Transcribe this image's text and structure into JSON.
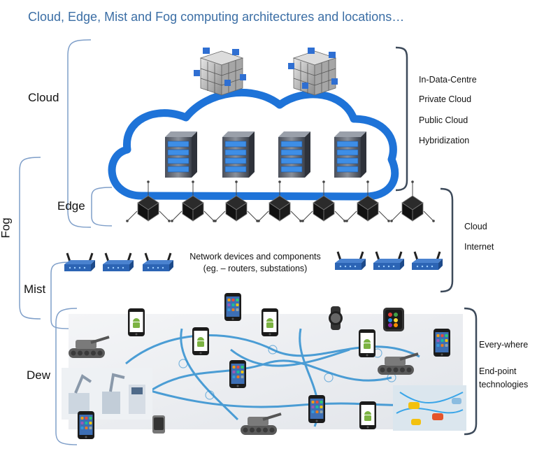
{
  "title": "Cloud, Edge, Mist and Fog computing architectures and locations…",
  "layers": {
    "cloud": "Cloud",
    "edge": "Edge",
    "fog": "Fog",
    "mist": "Mist",
    "dew": "Dew"
  },
  "cloud_labels": [
    "In-Data-Centre",
    "Private Cloud",
    "Public Cloud",
    "Hybridization"
  ],
  "edge_labels": [
    "Cloud",
    "Internet"
  ],
  "dew_labels": [
    "Every-where",
    "End-point",
    "technologies"
  ],
  "network": {
    "line1": "Network devices and components",
    "line2": "(eg. – routers, substations)"
  },
  "colors": {
    "title": "#3b6ea5",
    "cloud_outline": "#1e73d8",
    "bracket_blue": "#7f9fc9",
    "bracket_dark": "#3d4a5a",
    "router": "#2c64b4",
    "map_line": "#2f8fd0"
  },
  "icons": [
    "data-cube-icon",
    "server-icon",
    "edge-node-icon",
    "router-icon",
    "smartphone-icon",
    "android-icon",
    "smartwatch-icon",
    "tank-robot-icon",
    "medical-robot-icon",
    "car-icon"
  ]
}
